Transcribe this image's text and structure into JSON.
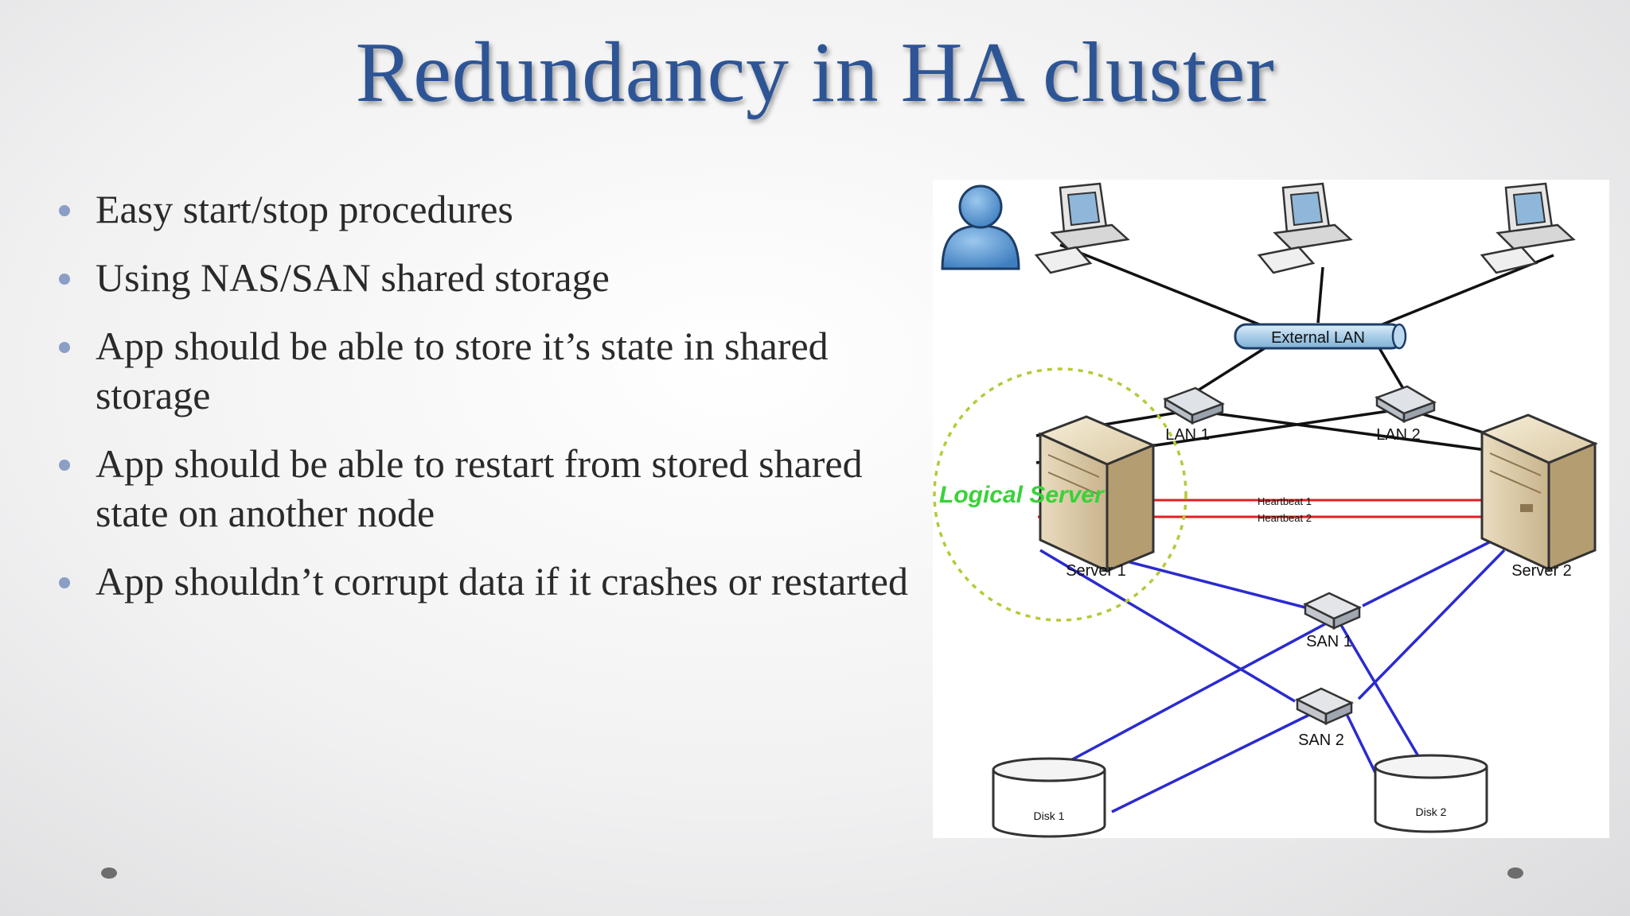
{
  "slide": {
    "title": "Redundancy in HA cluster",
    "bullets": [
      "Easy start/stop procedures",
      "Using NAS/SAN shared storage",
      "App should be able to store it’s state in shared storage",
      "App should be able to restart from stored shared state on another node",
      "App shouldn’t corrupt data if it crashes or restarted"
    ]
  },
  "diagram": {
    "external_lan": "External LAN",
    "lan1": "LAN 1",
    "lan2": "LAN 2",
    "logical_server": "Logical Server",
    "heartbeat1": "Heartbeat 1",
    "heartbeat2": "Heartbeat 2",
    "server1": "Server 1",
    "server2": "Server 2",
    "san1": "SAN 1",
    "san2": "SAN 2",
    "disk1": "Disk 1",
    "disk2": "Disk 2"
  },
  "colors": {
    "title": "#2d5596",
    "bullet_dot": "#8b9ec6",
    "san_link": "#2b2bd0",
    "heartbeat": "#e02020",
    "logical_server": "#3ad13a",
    "logical_circle": "#b8c83a"
  }
}
